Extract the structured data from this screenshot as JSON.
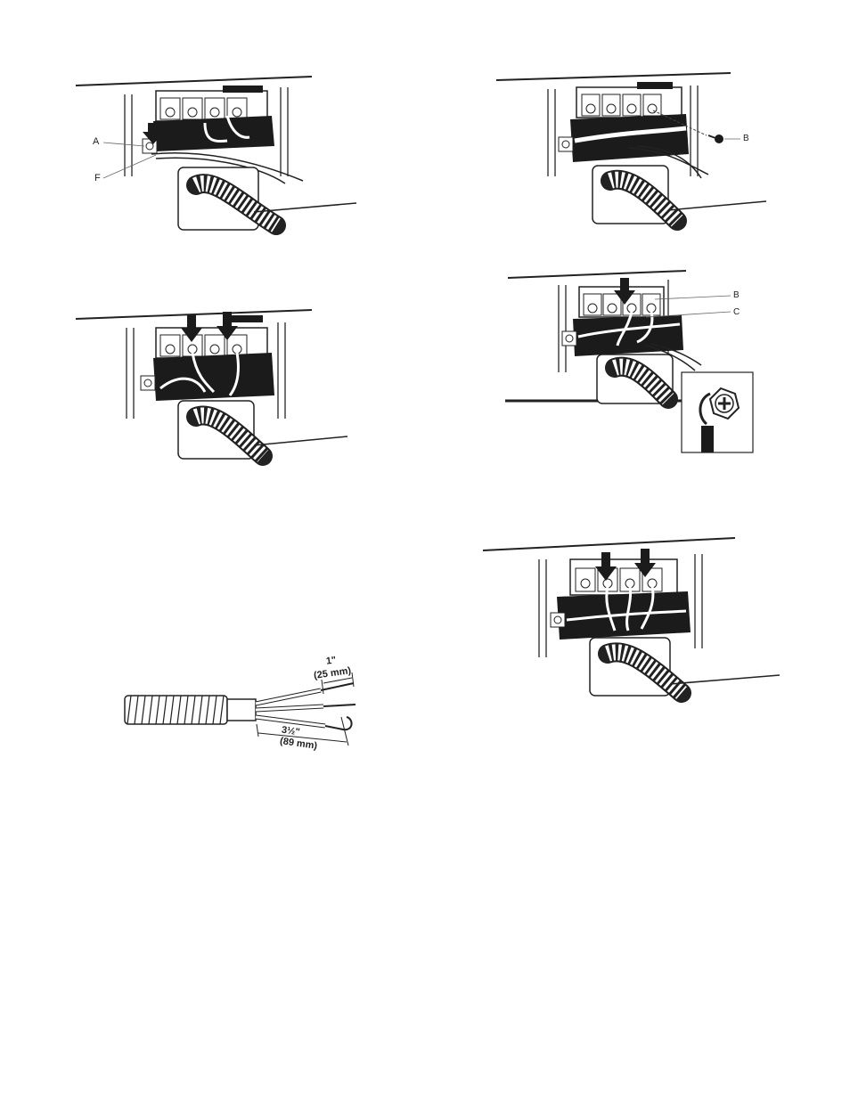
{
  "figures": [
    {
      "id": "fig1",
      "callouts": [
        "A",
        "F"
      ]
    },
    {
      "id": "fig2",
      "callouts": [
        "B"
      ]
    },
    {
      "id": "fig3",
      "callouts": []
    },
    {
      "id": "fig4",
      "callouts": [
        "B",
        "C"
      ]
    },
    {
      "id": "fig5",
      "callouts": []
    },
    {
      "id": "fig6",
      "callouts": []
    }
  ],
  "strip_diagram": {
    "short_length": "1\"",
    "short_length_metric": "(25 mm)",
    "long_length": "3½\"",
    "long_length_metric": "(89 mm)"
  },
  "icons": [
    "arrow-down-icon",
    "ground-screw-icon",
    "terminal-screw-icon"
  ],
  "colors": {
    "ink": "#222222",
    "block": "#1b1b1b",
    "paper": "#ffffff"
  }
}
